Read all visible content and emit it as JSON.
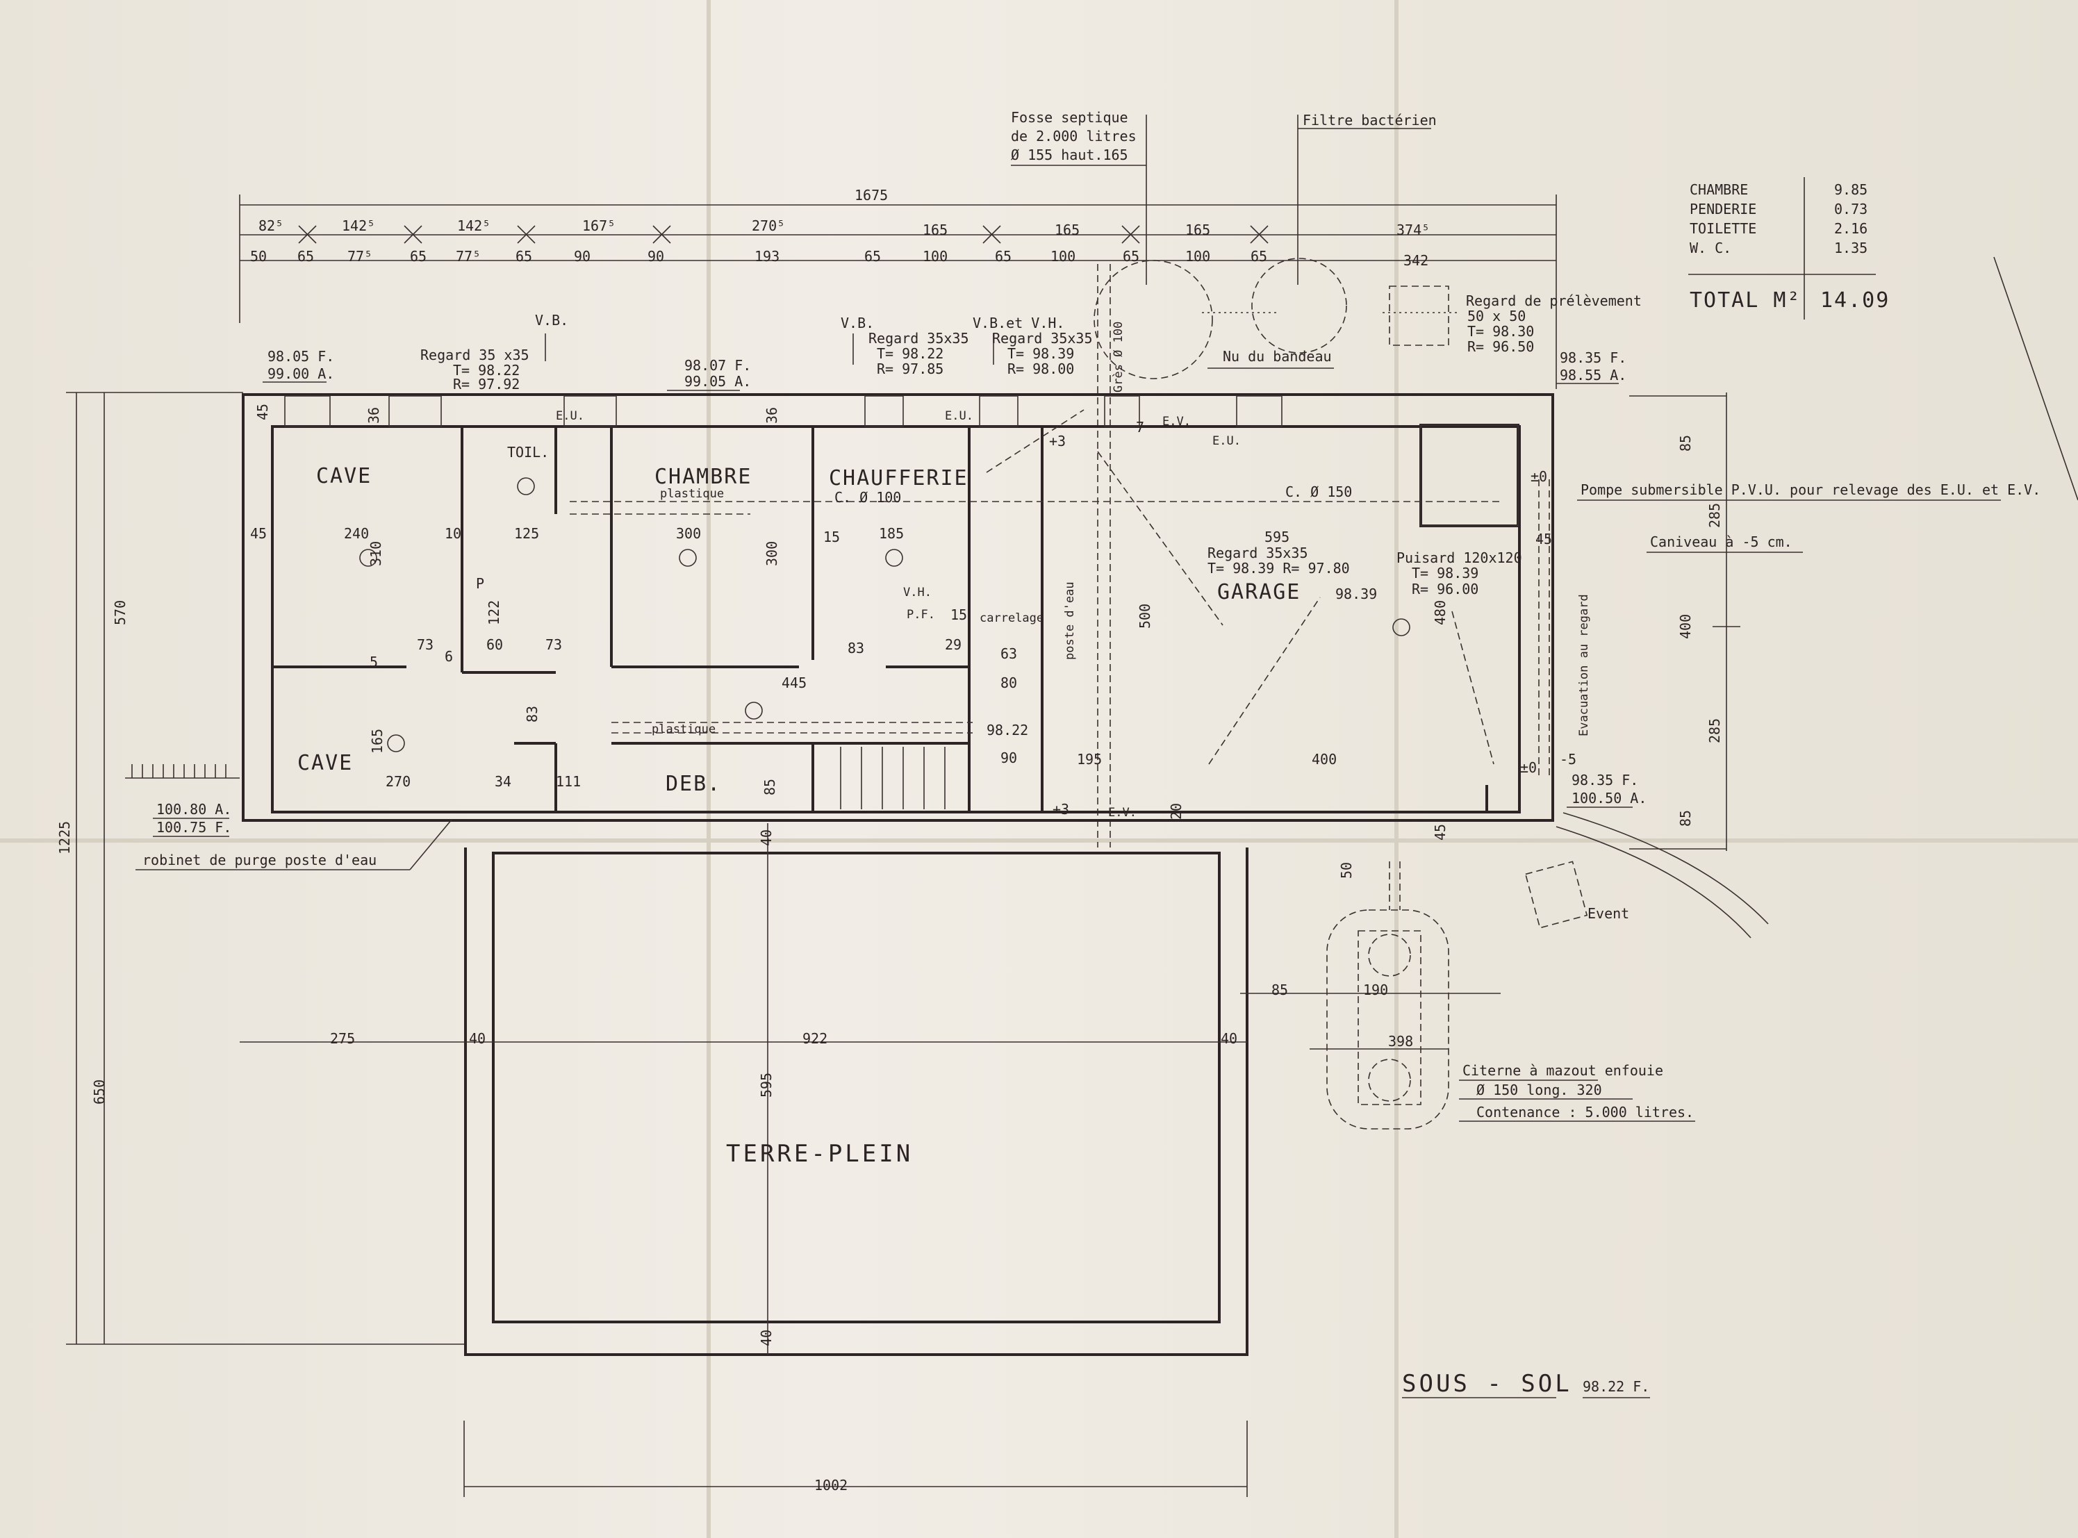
{
  "rooms": {
    "cave_top": "CAVE",
    "cave_bottom": "CAVE",
    "toil": "TOIL.",
    "chambre": "CHAMBRE",
    "plastique1": "plastique",
    "chaufferie": "CHAUFFERIE",
    "garage": "GARAGE",
    "garage_level": "98.39",
    "deb": "DEB.",
    "plastique2": "plastique",
    "terre_plein": "TERRE-PLEIN",
    "p": "P",
    "carrelage": "carrelage"
  },
  "notes": {
    "fosse": [
      "Fosse septique",
      "de 2.000 litres",
      "Ø 155 haut.165"
    ],
    "filtre": "Filtre bactérien",
    "regard_prelevement": [
      "Regard de prélèvement",
      "50 x 50",
      "T= 98.30",
      "R= 96.50"
    ],
    "nu_bandeau": "Nu du bandeau",
    "pompe": "Pompe submersible P.V.U. pour relevage des E.U. et E.V.",
    "caniveau": "Caniveau à -5 cm.",
    "puisard": [
      "Puisard 120x120",
      "T= 98.39",
      "R= 96.00"
    ],
    "regard_garage": [
      "Regard 35x35",
      "T= 98.39  R= 97.80"
    ],
    "regard1": [
      "Regard 35 x35",
      "T= 98.22",
      "R= 97.92"
    ],
    "vb1": "V.B.",
    "vb2": "V.B.",
    "regard2": [
      "Regard 35x35",
      "T= 98.22",
      "R= 97.85"
    ],
    "vbvh": "V.B.et V.H.",
    "regard3": [
      "Regard 35x35",
      "T= 98.39",
      "R= 98.00"
    ],
    "cpipe100": "C. Ø 100",
    "cpipe150": "C. Ø 150",
    "evacuation": "Evacuation au regard",
    "citerne": [
      "Citerne à mazout enfouie",
      "Ø 150 long. 320",
      "Contenance : 5.000 litres."
    ],
    "event": "Event",
    "robinet": "robinet de purge poste d'eau",
    "eu": "E.U.",
    "ev": "E.V.",
    "vh": "V.H.",
    "pf": "P.F.",
    "poste_eau": "poste d'eau",
    "gres": "Grès Ø 100"
  },
  "levels": {
    "l1": [
      "98.05 F.",
      "99.00 A."
    ],
    "l2": [
      "98.07 F.",
      "99.05 A."
    ],
    "l3": [
      "98.35 F.",
      "98.55 A."
    ],
    "l4": [
      "98.35 F.",
      "100.50 A."
    ],
    "l5": [
      "100.80 A.",
      "100.75 F."
    ],
    "l6": "98.22"
  },
  "area_table": {
    "rows": [
      {
        "label": "CHAMBRE",
        "value": "9.85"
      },
      {
        "label": "PENDERIE",
        "value": "0.73"
      },
      {
        "label": "TOILETTE",
        "value": "2.16"
      },
      {
        "label": "W. C.",
        "value": "1.35"
      }
    ],
    "total_label": "TOTAL M²",
    "total_value": "14.09"
  },
  "plan_title": "SOUS - SOL",
  "plan_level": "98.22 F.",
  "dims": {
    "top_total": "1675",
    "row1": [
      "82⁵",
      "142⁵",
      "142⁵",
      "167⁵",
      "270⁵",
      "165",
      "165",
      "165",
      "374⁵"
    ],
    "row2": [
      "50",
      "65",
      "77⁵",
      "65",
      "77⁵",
      "65",
      "90",
      "90",
      "193",
      "65",
      "100",
      "65",
      "100",
      "65",
      "100",
      "65",
      "342"
    ],
    "left_570": "570",
    "left_1225": "1225",
    "left_650": "650",
    "right_85a": "85",
    "right_285a": "285",
    "right_400": "400",
    "right_285b": "285",
    "right_85b": "85",
    "bottom_1002": "1002",
    "h_275": "275",
    "h_40a": "40",
    "h_922": "922",
    "h_40b": "40",
    "v_595": "595",
    "v_40a": "40",
    "v_40b": "40",
    "cit_85": "85",
    "cit_190": "190",
    "cit_398": "398",
    "cit_50": "50",
    "inner": {
      "d240": "240",
      "d310": "310",
      "d300a": "300",
      "d300b": "300",
      "d185": "185",
      "d125": "125",
      "d595": "595",
      "d480": "480",
      "d500": "500",
      "d445": "445",
      "d270": "270",
      "d111": "111",
      "d195": "195",
      "d400": "400",
      "d165": "165",
      "d122": "122",
      "d60": "60",
      "d73a": "73",
      "d73b": "73",
      "d83a": "83",
      "d83b": "83",
      "d85": "85",
      "d45a": "45",
      "d45b": "45",
      "d45c": "45",
      "d45d": "45",
      "d15a": "15",
      "d15b": "15",
      "d36a": "36",
      "d36b": "36",
      "d10a": "10",
      "d29": "29",
      "d63": "63",
      "d80": "80",
      "d90": "90",
      "d20": "20",
      "d34": "34",
      "pm5": "-5",
      "pm0a": "±0",
      "pm0b": "±0",
      "p3a": "+3",
      "p3b": "+3",
      "d7": "7",
      "d6": "6",
      "d5": "5"
    }
  }
}
